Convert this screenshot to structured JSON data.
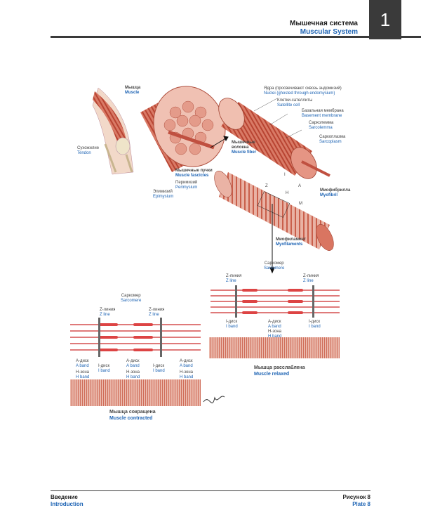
{
  "header": {
    "title_ru": "Мышечная система",
    "title_en": "Muscular System",
    "chapter_number": "1"
  },
  "labels": {
    "muscle": {
      "ru": "Мышца",
      "en": "Muscle"
    },
    "tendon": {
      "ru": "Сухожилие",
      "en": "Tendon"
    },
    "nuclei": {
      "ru": "Ядра (просвечивают сквозь эндомизий)",
      "en": "Nuclei (ghosted through endomysium)"
    },
    "satellite_cell": {
      "ru": "Клетки-сателлиты",
      "en": "Satellite cell"
    },
    "basement_membrane": {
      "ru": "Базальная мембрана",
      "en": "Basement membrane"
    },
    "sarcolemma": {
      "ru": "Сарколемма",
      "en": "Sarcolemma"
    },
    "sarcoplasm": {
      "ru": "Саркоплазма",
      "en": "Sarcoplasm"
    },
    "muscle_fiber": {
      "ru1": "Мышечные",
      "ru2": "волокна",
      "en": "Muscle fiber"
    },
    "fascicles": {
      "ru": "Мышечные пучки",
      "en": "Muscle fascicles"
    },
    "perimysium": {
      "ru": "Перимизий",
      "en": "Perimysium"
    },
    "epimysium": {
      "ru": "Эпимизий",
      "en": "Epimysium"
    },
    "myofibril": {
      "ru": "Миофибрилла",
      "en": "Myofibril"
    },
    "myofilaments": {
      "ru": "Миофиламент",
      "en": "Myofilaments"
    },
    "sarcomere": {
      "ru": "Саркомер",
      "en": "Sarcomere"
    },
    "z_line": {
      "ru": "Z-линия",
      "en": "Z line"
    },
    "i_band": {
      "ru": "I-диск",
      "en": "I band"
    },
    "a_band": {
      "ru": "А-диск",
      "en": "A band"
    },
    "h_band": {
      "ru": "Н-зона",
      "en": "H band"
    },
    "band_letters": {
      "i": "I",
      "a": "A",
      "z": "Z",
      "h": "H",
      "m": "M"
    },
    "relaxed": {
      "ru": "Мышца расслаблена",
      "en": "Muscle relaxed"
    },
    "contracted": {
      "ru": "Мышца сокращена",
      "en": "Muscle contracted"
    }
  },
  "footer": {
    "left_ru": "Введение",
    "left_en": "Introduction",
    "right_ru": "Рисунок 8",
    "right_en": "Plate 8"
  },
  "colors": {
    "accent_blue": "#1e64b4",
    "dark_bar": "#3a3a3a",
    "muscle_red": "#c8503c",
    "muscle_light": "#e7a596",
    "filament_red": "#d23a3a"
  }
}
